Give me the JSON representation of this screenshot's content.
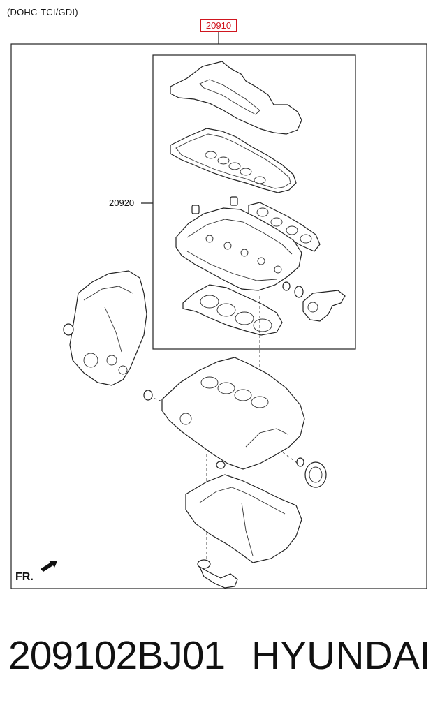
{
  "diagram": {
    "engine_variant": "(DOHC-TCI/GDI)",
    "kit_part_number": "20910",
    "head_gasket_kit_number": "20920",
    "front_direction_label": "FR.",
    "highlight_color": "#d0161f"
  },
  "footer": {
    "part_number": "209102BJ01",
    "brand": "HYUNDAI"
  }
}
